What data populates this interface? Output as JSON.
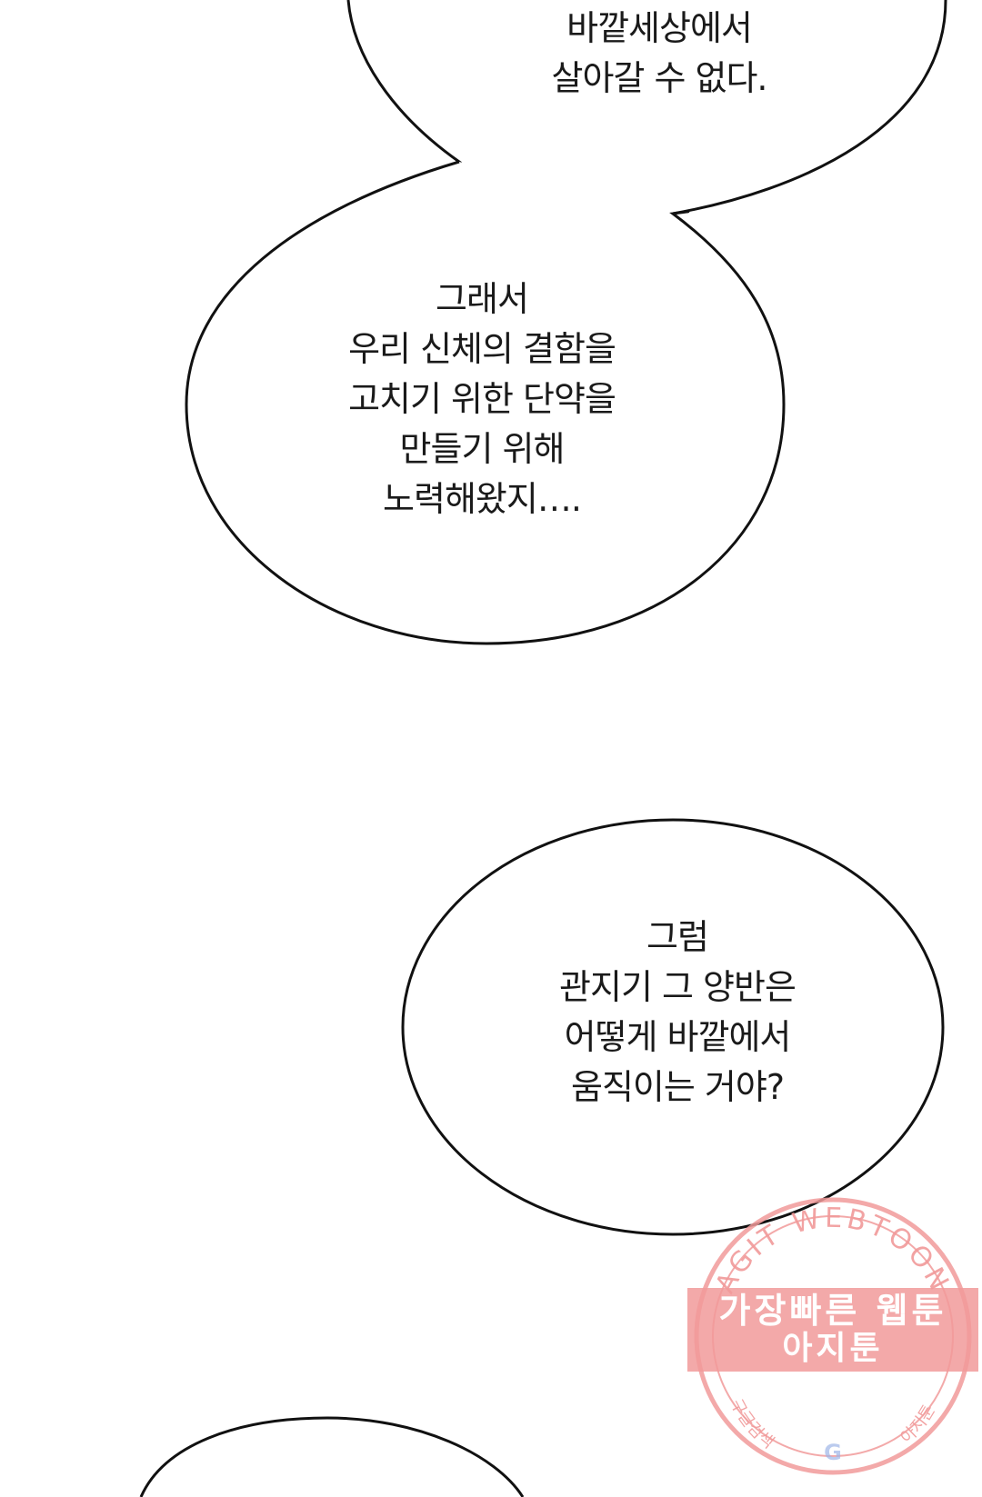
{
  "bubbles": [
    {
      "lines": [
        "바깥세상에서",
        "살아갈 수 없다."
      ]
    },
    {
      "lines": [
        "그래서",
        "우리 신체의 결함을",
        "고치기 위한 단약을",
        "만들기 위해",
        "노력해왔지…."
      ]
    },
    {
      "lines": [
        "그럼",
        "관지기 그 양반은",
        "어떻게 바깥에서",
        "움직이는 거야?"
      ]
    }
  ],
  "watermark": {
    "arc_top": "AGIT WEBTOON",
    "line_1": "가장빠른 웹툰",
    "line_2": "아지툰",
    "bottom_left": "구글검색",
    "bottom_mid": "G",
    "bottom_right": "아지툰",
    "color": "#f19a9a"
  }
}
